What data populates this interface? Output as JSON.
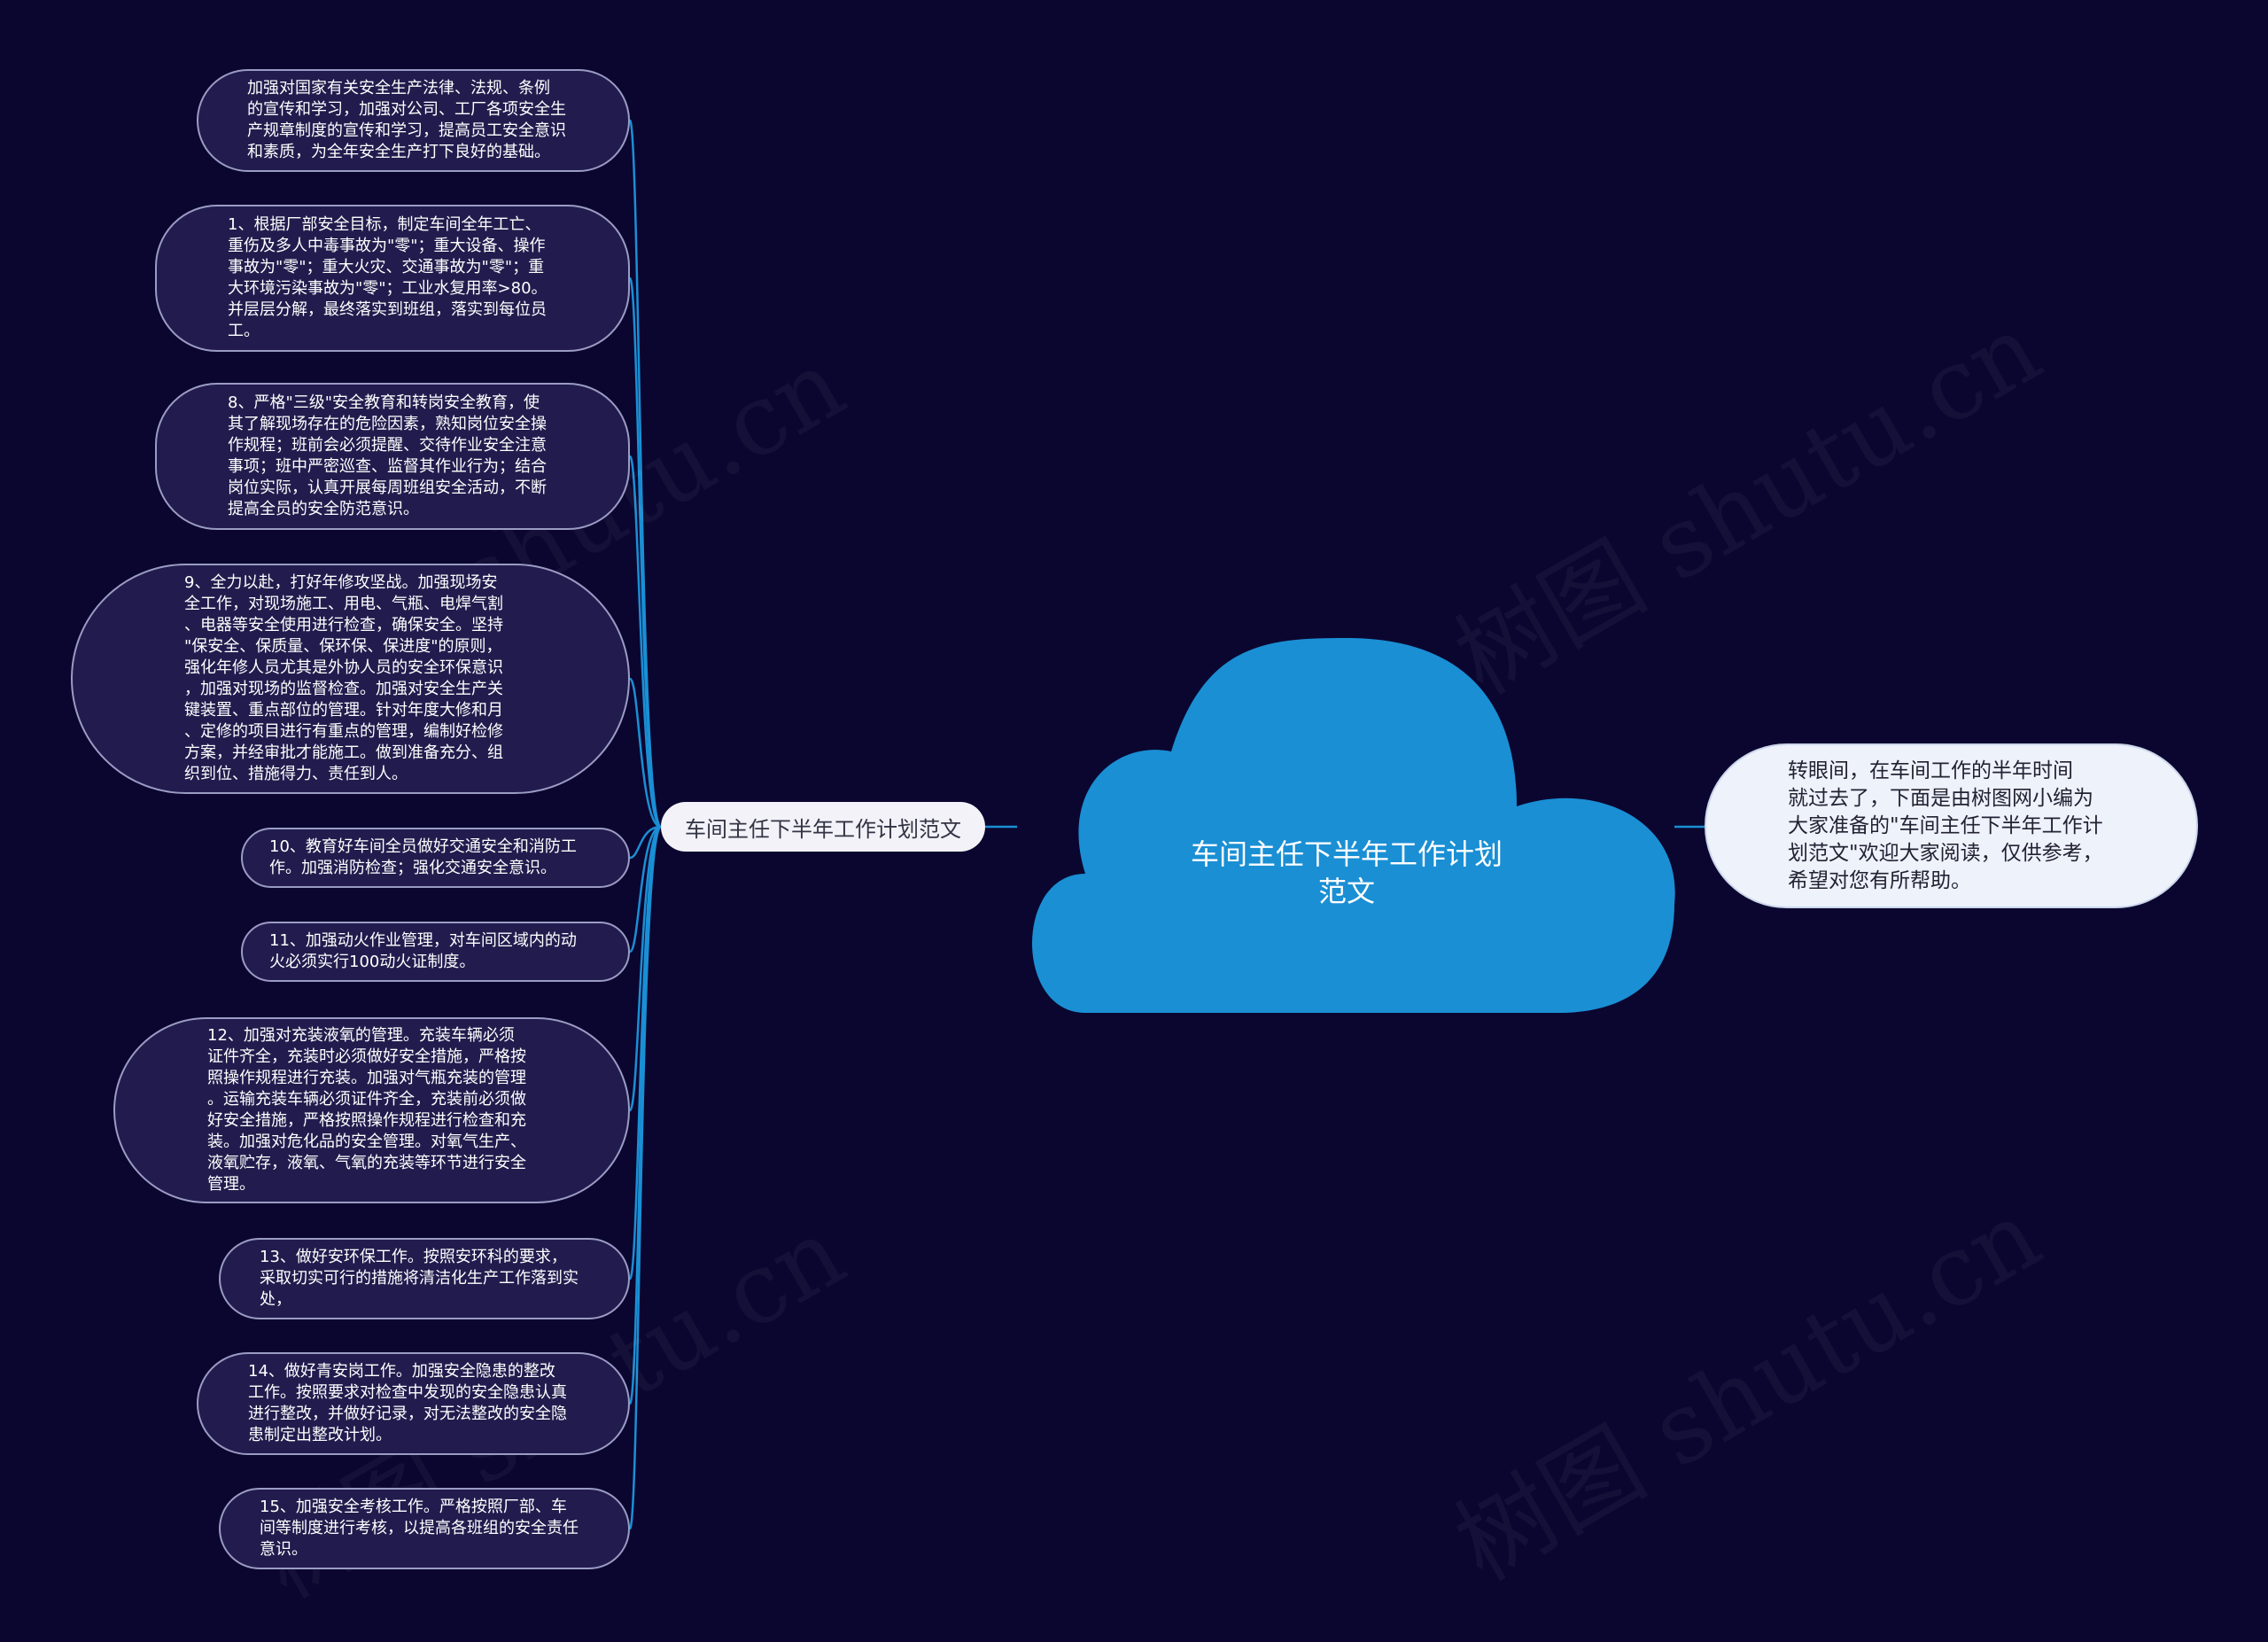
{
  "root": {
    "title": "车间主任下半年工作计划\n范文",
    "color": "#1a8fd4"
  },
  "branch": {
    "label": "车间主任下半年工作计划范文"
  },
  "intro": {
    "text": "转眼间，在车间工作的半年时间\n就过去了，下面是由树图网小编为\n大家准备的\"车间主任下半年工作计\n划范文\"欢迎大家阅读，仅供参考，\n希望对您有所帮助。"
  },
  "leaves": [
    {
      "text": "加强对国家有关安全生产法律、法规、条例\n的宣传和学习，加强对公司、工厂各项安全生\n产规章制度的宣传和学习，提高员工安全意识\n和素质，为全年安全生产打下良好的基础。"
    },
    {
      "text": "1、根据厂部安全目标，制定车间全年工亡、\n重伤及多人中毒事故为\"零\"；重大设备、操作\n事故为\"零\"；重大火灾、交通事故为\"零\"；重\n大环境污染事故为\"零\"；工业水复用率>80。\n并层层分解，最终落实到班组，落实到每位员\n工。"
    },
    {
      "text": "8、严格\"三级\"安全教育和转岗安全教育，使\n其了解现场存在的危险因素，熟知岗位安全操\n作规程；班前会必须提醒、交待作业安全注意\n事项；班中严密巡查、监督其作业行为；结合\n岗位实际，认真开展每周班组安全活动，不断\n提高全员的安全防范意识。"
    },
    {
      "text": "9、全力以赴，打好年修攻坚战。加强现场安\n全工作，对现场施工、用电、气瓶、电焊气割\n、电器等安全使用进行检查，确保安全。坚持\n\"保安全、保质量、保环保、保进度\"的原则，\n强化年修人员尤其是外协人员的安全环保意识\n，加强对现场的监督检查。加强对安全生产关\n键装置、重点部位的管理。针对年度大修和月\n、定修的项目进行有重点的管理，编制好检修\n方案，并经审批才能施工。做到准备充分、组\n织到位、措施得力、责任到人。"
    },
    {
      "text": "10、教育好车间全员做好交通安全和消防工\n作。加强消防检查；强化交通安全意识。"
    },
    {
      "text": "11、加强动火作业管理，对车间区域内的动\n火必须实行100动火证制度。"
    },
    {
      "text": "12、加强对充装液氧的管理。充装车辆必须\n证件齐全，充装时必须做好安全措施，严格按\n照操作规程进行充装。加强对气瓶充装的管理\n。运输充装车辆必须证件齐全，充装前必须做\n好安全措施，严格按照操作规程进行检查和充\n装。加强对危化品的安全管理。对氧气生产、\n液氧贮存，液氧、气氧的充装等环节进行安全\n管理。"
    },
    {
      "text": "13、做好安环保工作。按照安环科的要求，\n采取切实可行的措施将清洁化生产工作落到实\n处，"
    },
    {
      "text": "14、做好青安岗工作。加强安全隐患的整改\n工作。按照要求对检查中发现的安全隐患认真\n进行整改，并做好记录，对无法整改的安全隐\n患制定出整改计划。"
    },
    {
      "text": "15、加强安全考核工作。严格按照厂部、车\n间等制度进行考核，以提高各班组的安全责任\n意识。"
    }
  ],
  "watermark": {
    "text": "树图 shutu.cn"
  },
  "colors": {
    "background": "#0b0630",
    "connector": "#1a8fd4",
    "leaf_fill": "#221c4e",
    "leaf_border": "#9a9cc4"
  }
}
